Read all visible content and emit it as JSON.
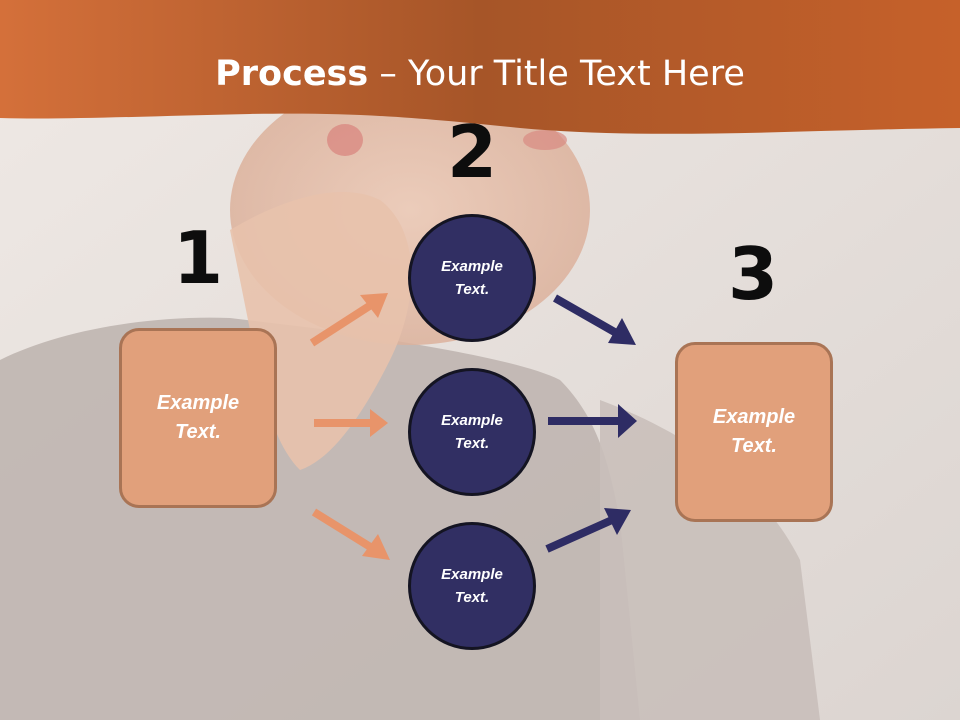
{
  "slide": {
    "title_bold": "Process",
    "title_rest": " – Your Title Text Here"
  },
  "steps": {
    "one": "1",
    "two": "2",
    "three": "3"
  },
  "left_box": {
    "line1": "Example",
    "line2": "Text."
  },
  "circles": [
    {
      "line1": "Example",
      "line2": "Text."
    },
    {
      "line1": "Example",
      "line2": "Text."
    },
    {
      "line1": "Example",
      "line2": "Text."
    }
  ],
  "right_box": {
    "line1": "Example",
    "line2": "Text."
  },
  "colors": {
    "header": "#c2602a",
    "box_fill": "#e1a07b",
    "circle_fill": "#312f63",
    "arrow_orange": "#e8946a",
    "arrow_navy": "#2e2c64"
  }
}
